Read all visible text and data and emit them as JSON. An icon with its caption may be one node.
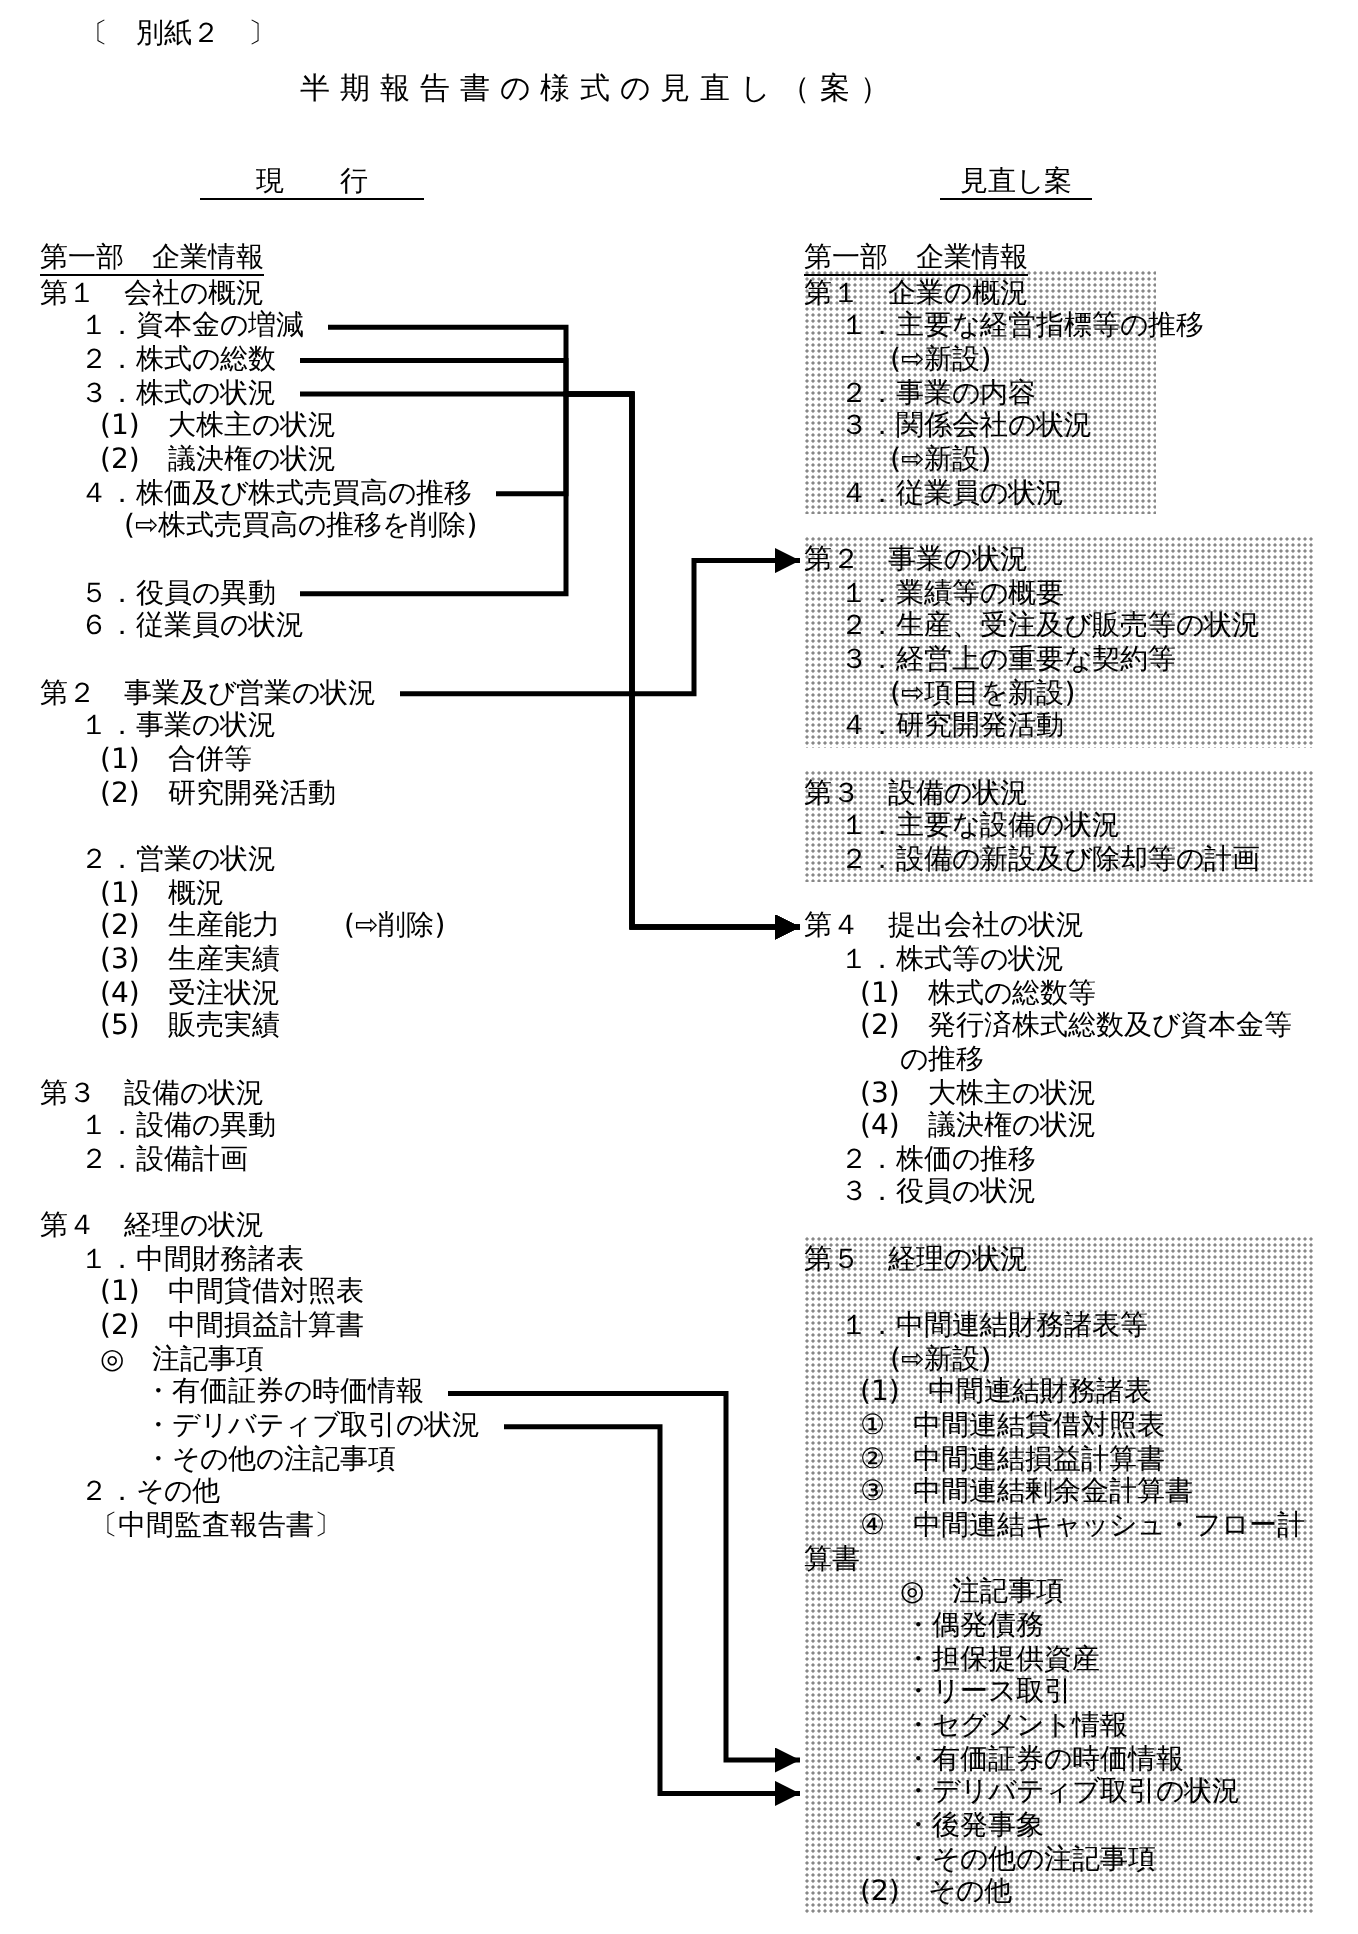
{
  "diagram": {
    "title": "半期報告書の様式の見直し（案）",
    "nodes": [
      {
        "text": [
          "１．資本金の増減"
        ]
      },
      {
        "text": [
          "２．株式の総数"
        ]
      },
      {
        "text": [
          "３．株式の状況"
        ]
      },
      {
        "text": [
          "４．株価及び株式売買高の推移"
        ]
      },
      {
        "text": [
          "５．役員の異動"
        ]
      },
      {
        "text": [
          "第２　事業及び営業の状況"
        ]
      },
      {
        "text": [
          "・有価証券の時価情報"
        ]
      },
      {
        "text": [
          "・デリバティブ取引の状況"
        ]
      },
      {
        "text": [
          "第１　企業の概況",
          "１．主要な経営指標等の推移",
          "(⇨新設)",
          "２．事業の内容",
          "３．関係会社の状況",
          "(⇨新設)",
          "４．従業員の状況"
        ]
      },
      {
        "text": [
          "１．業績等の概要",
          "２．生産、受注及び販売等の状況",
          "３．経営上の重要な契約等",
          "(⇨項目を新設)",
          "４．研究開発活動"
        ]
      },
      {
        "text": [
          "第２　事業の状況"
        ],
        "in": 9
      },
      {
        "text": [
          "第３　設備の状況",
          "１．主要な設備の状況",
          "２．設備の新設及び除却等の計画"
        ]
      },
      {
        "text": [
          "第４　提出会社の状況"
        ]
      },
      {
        "text": [
          "第５　経理の状況",
          "１．中間連結財務諸表等",
          "(⇨新設)",
          "(1)　中間連結財務諸表",
          "①　中間連結貸借対照表",
          "②　中間連結損益計算書",
          "③　中間連結剰余金計算書",
          "④　中間連結キャッシュ・フロー計算書",
          "◎　注記事項",
          "・偶発債務",
          "・担保提供資産",
          "・リース取引",
          "・セグメント情報",
          "・後発事象",
          "・その他の注記事項",
          "(2)　その他"
        ]
      },
      {
        "text": [
          "・有価証券の時価情報"
        ],
        "in": 13
      },
      {
        "text": [
          "・デリバティブ取引の状況"
        ],
        "in": 13
      }
    ],
    "edges": [
      {
        "from": 0,
        "to": 12,
        "arrow": "to"
      },
      {
        "from": 1,
        "to": 12,
        "arrow": "to"
      },
      {
        "from": 2,
        "to": 12,
        "arrow": "to"
      },
      {
        "from": 3,
        "to": 12,
        "arrow": "to"
      },
      {
        "from": 4,
        "to": 12,
        "arrow": "to"
      },
      {
        "from": 5,
        "to": 10,
        "arrow": "to"
      },
      {
        "from": 6,
        "to": 14,
        "arrow": "to"
      },
      {
        "from": 7,
        "to": 15,
        "arrow": "to"
      }
    ],
    "labels": [
      "〔　別紙２　〕",
      "現　　行",
      "見直し案",
      "第一部　企業情報",
      "第１　会社の概況",
      "(1)　大株主の状況",
      "(2)　議決権の状況",
      "(⇨株式売買高の推移を削除)",
      "６．従業員の状況",
      "１．事業の状況",
      "(1)　合併等",
      "(2)　研究開発活動",
      "２．営業の状況",
      "(1)　概況",
      "(2)　生産能力",
      "(⇨削除)",
      "(3)　生産実績",
      "(4)　受注状況",
      "(5)　販売実績",
      "第３　設備の状況",
      "１．設備の異動",
      "２．設備計画",
      "第４　経理の状況",
      "１．中間財務諸表",
      "(1)　中間貸借対照表",
      "(2)　中間損益計算書",
      "◎　注記事項",
      "・その他の注記事項",
      "２．その他",
      "〔中間監査報告書〕",
      "第一部　企業情報",
      "１．株式等の状況",
      "(1)　株式の総数等",
      "(2)　発行済株式総数及び資本金等の推移",
      "(3)　大株主の状況",
      "(4)　議決権の状況",
      "２．株価の推移",
      "３．役員の状況"
    ]
  }
}
